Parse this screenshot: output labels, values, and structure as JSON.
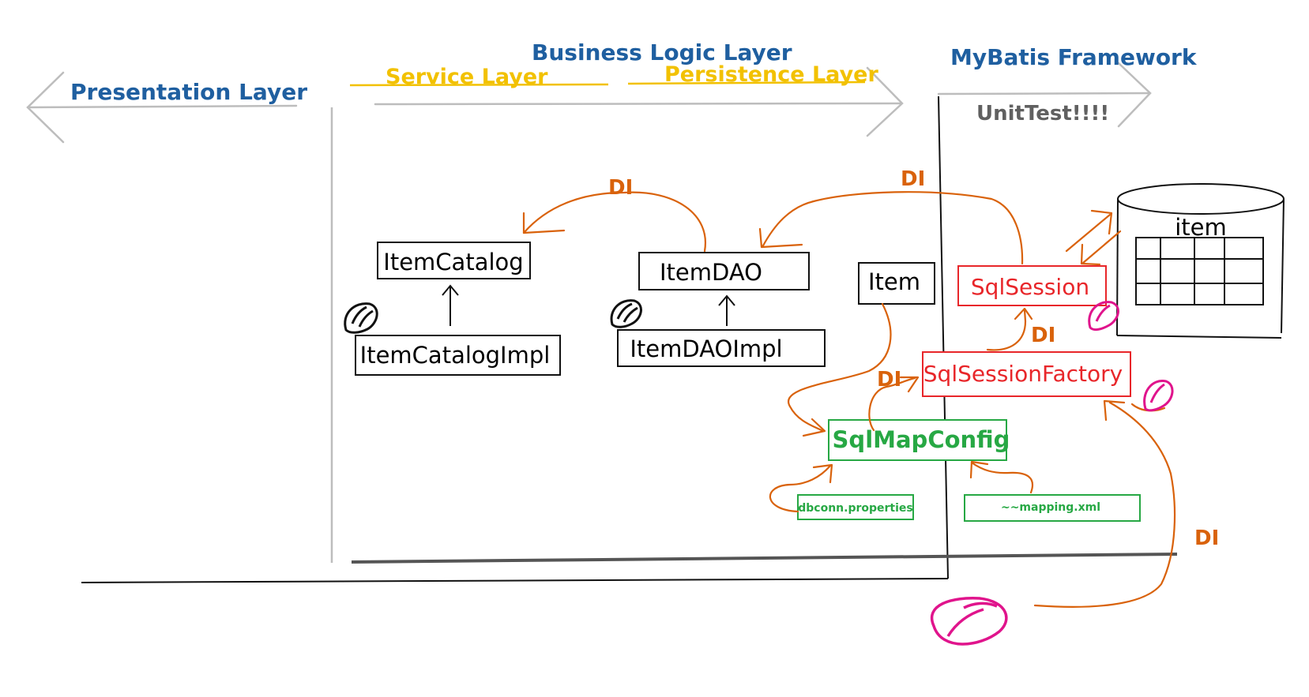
{
  "layers": {
    "presentation": "Presentation Layer",
    "business": "Business Logic Layer",
    "service": "Service Layer",
    "persistence": "Persistence Layer",
    "mybatis": "MyBatis Framework",
    "unittest": "UnitTest!!!!"
  },
  "boxes": {
    "item_catalog": "ItemCatalog",
    "item_catalog_impl": "ItemCatalogImpl",
    "item_dao": "ItemDAO",
    "item_dao_impl": "ItemDAOImpl",
    "item": "Item",
    "sql_session": "SqlSession",
    "sql_session_factory": "SqlSessionFactory",
    "sql_map_config": "SqlMapConfig",
    "dbconn_properties": "dbconn.properties",
    "mapping_xml": "~~mapping.xml"
  },
  "database": {
    "table_name": "item"
  },
  "di_labels": {
    "l1": "DI",
    "l2": "DI",
    "l3": "DI",
    "l4": "DI",
    "l5": "DI"
  },
  "colors": {
    "layer_title": "#1f5fa0",
    "sublayer": "#f2c100",
    "di_arrow": "#d9620b",
    "mybatis_box": "#e8262a",
    "config_box": "#27a844",
    "bean_mark_magenta": "#e0148c"
  }
}
